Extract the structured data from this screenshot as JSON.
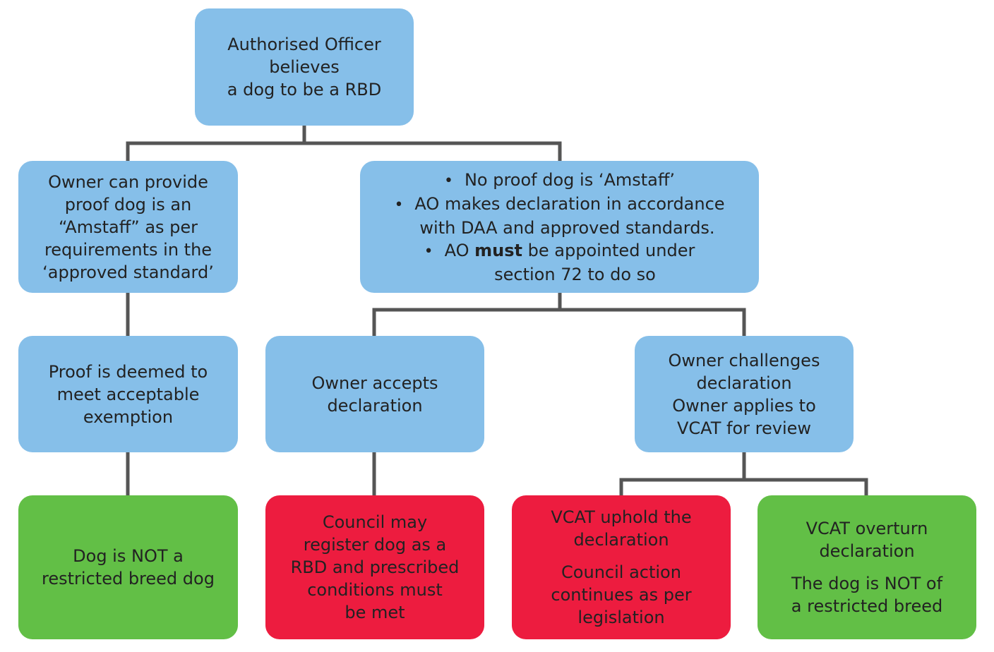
{
  "colors": {
    "blue": "#86bfe9",
    "red": "#ed1c3f",
    "green": "#62bf46",
    "connector": "#555555"
  },
  "nodes": {
    "root": {
      "lines": [
        "Authorised Officer",
        "believes",
        "a dog to be a RBD"
      ]
    },
    "owner_proof": {
      "lines": [
        "Owner can provide",
        "proof dog is an",
        "“Amstaff” as per",
        "requirements in the",
        "‘approved standard’"
      ]
    },
    "no_proof": {
      "b1": "No proof  dog is ‘Amstaff’",
      "b2": "AO makes declaration in accordance",
      "b2_cont": "with DAA and approved standards.",
      "b3_pre": "AO ",
      "b3_bold": "must",
      "b3_post": " be appointed under",
      "b3_cont": "section 72 to do so"
    },
    "proof_deemed": {
      "lines": [
        "Proof is deemed to",
        "meet acceptable",
        "exemption"
      ]
    },
    "owner_accepts": {
      "lines": [
        "Owner accepts",
        "declaration"
      ]
    },
    "owner_challenges": {
      "lines": [
        "Owner challenges",
        "declaration",
        "Owner applies to",
        "VCAT for review"
      ]
    },
    "not_rbd": {
      "lines": [
        "Dog is NOT a",
        "restricted breed dog"
      ]
    },
    "council_register": {
      "lines": [
        "Council may",
        "register dog as a",
        "RBD and prescribed",
        "conditions must",
        "be met"
      ]
    },
    "vcat_uphold": {
      "lines": [
        "VCAT uphold the",
        "declaration"
      ],
      "lines2": [
        "Council action",
        "continues as per",
        "legislation"
      ]
    },
    "vcat_overturn": {
      "lines": [
        "VCAT overturn",
        "declaration"
      ],
      "lines2": [
        "The dog  is NOT of",
        "a restricted breed"
      ]
    }
  }
}
